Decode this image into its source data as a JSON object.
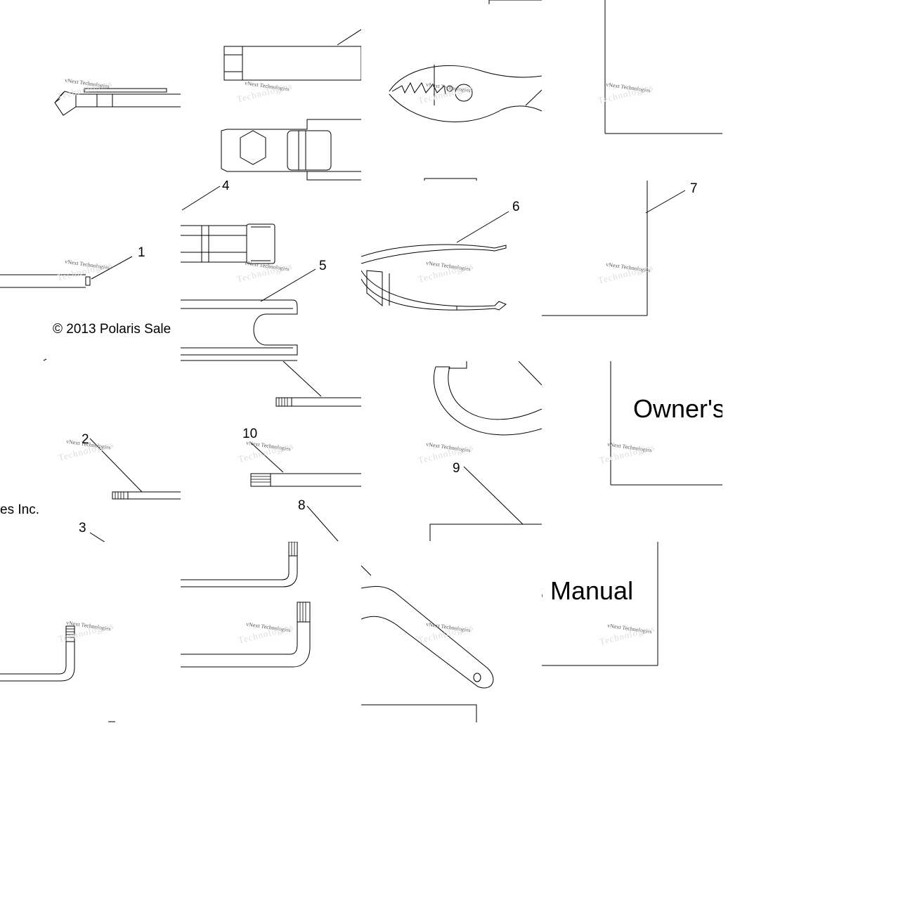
{
  "callouts": {
    "c1": "1",
    "c2": "2",
    "c3": "3",
    "c4": "4",
    "c5": "5",
    "c6": "6",
    "c7": "7",
    "c8": "8",
    "c9": "9",
    "c10": "10"
  },
  "copyright": {
    "part_a": "© 2013 Polaris Sale",
    "part_b": "es Inc."
  },
  "manual": {
    "part_a": "Owner's",
    "part_b": "s Manual"
  },
  "watermark": {
    "line1": "vNext Technologies",
    "line2": "Technologies"
  },
  "colors": {
    "ink": "#000000",
    "background": "#ffffff",
    "watermark_gray": "#555555"
  }
}
